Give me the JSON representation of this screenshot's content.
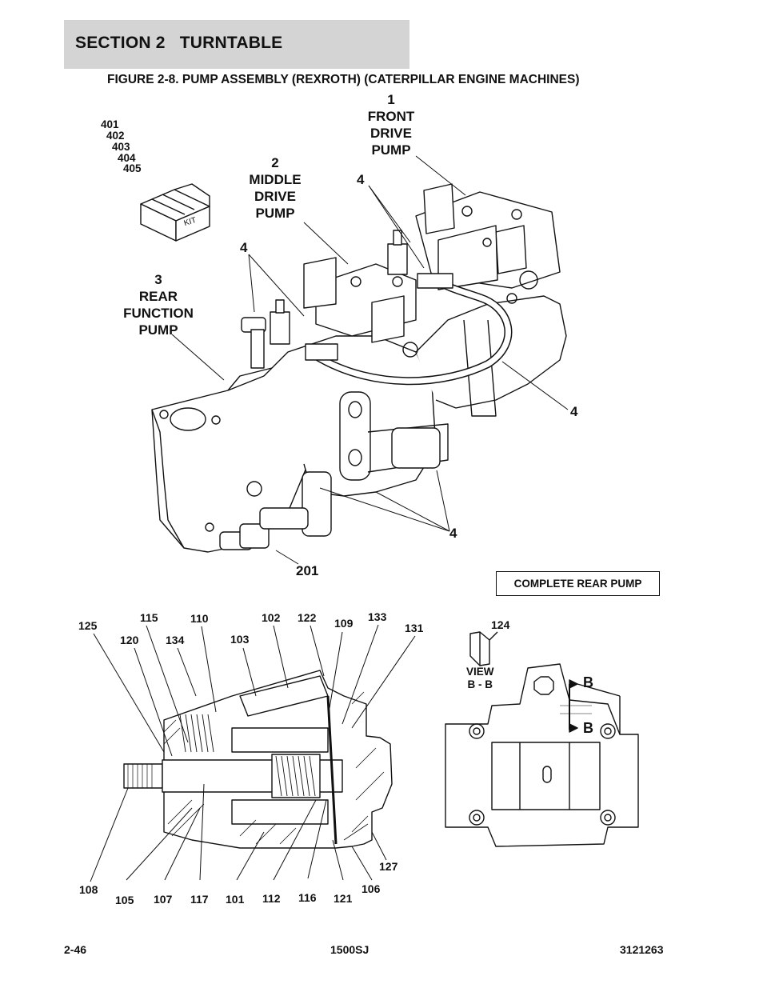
{
  "header": {
    "section": "SECTION 2   TURNTABLE",
    "figure_title": "FIGURE 2-8. PUMP ASSEMBLY (REXROTH) (CATERPILLAR ENGINE MACHINES)"
  },
  "kit": {
    "numbers": [
      "401",
      "402",
      "403",
      "404",
      "405"
    ],
    "box_text": "KIT"
  },
  "callouts": {
    "front_pump": "1\nFRONT\nDRIVE\nPUMP",
    "middle_pump": "2\nMIDDLE\nDRIVE\nPUMP",
    "rear_pump": "3\nREAR\nFUNCTION\nPUMP",
    "fitting_a": "4",
    "fitting_b": "4",
    "fitting_c": "4",
    "fitting_d": "4",
    "adapter": "201"
  },
  "rear_pump_box": "COMPLETE REAR PUMP",
  "section_view": {
    "title": "VIEW\nB - B",
    "item": "124",
    "letter_top": "B",
    "letter_bottom": "B"
  },
  "cutaway_callouts": {
    "top": [
      "125",
      "115",
      "120",
      "110",
      "134",
      "102",
      "103",
      "122",
      "109",
      "133",
      "131"
    ],
    "bottom": [
      "108",
      "105",
      "107",
      "117",
      "101",
      "112",
      "116",
      "121",
      "106",
      "127"
    ]
  },
  "footer": {
    "page": "2-46",
    "model": "1500SJ",
    "doc_number": "3121263"
  }
}
